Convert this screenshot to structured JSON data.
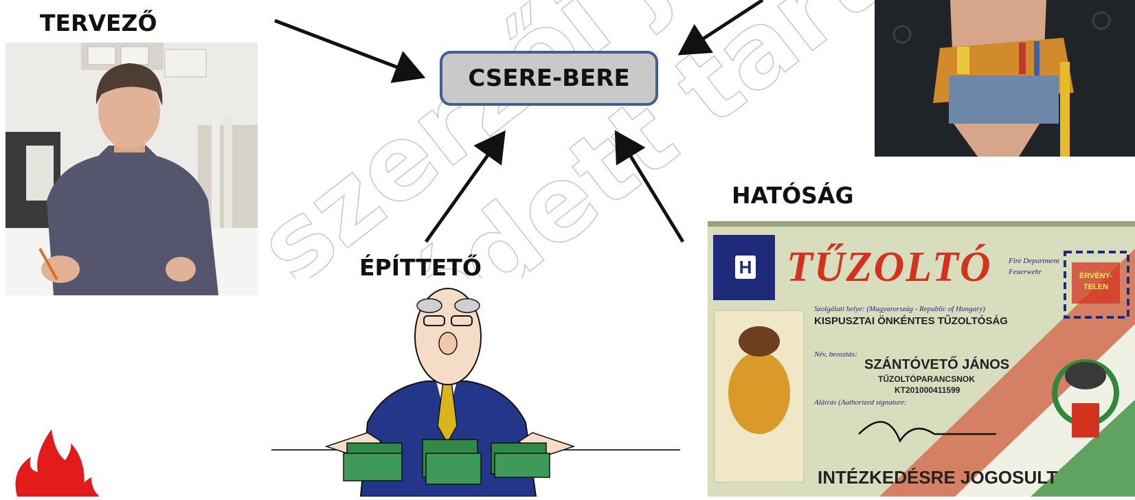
{
  "labels": {
    "designer": "TERVEZŐ",
    "center": "CSERE-BERE",
    "investor": "ÉPÍTTETŐ",
    "authority": "HATÓSÁG"
  },
  "watermark": {
    "line1": "szerzői jog által",
    "line2": "védett tartalom"
  },
  "fire_card": {
    "country_letter": "H",
    "title": "TŰZOLTÓ",
    "department": "Fire Department",
    "department2": "Feuerwehr",
    "validity": "ÉRVÉNY-TELEN",
    "service_place_label": "Szolgálati helye: (Magyarország - Republic of Hungary)",
    "unit": "KISPUSZTAI ÖNKÉNTES TŰZOLTÓSÁG",
    "name_label": "Név, beosztás:",
    "name": "SZÁNTÓVETŐ JÁNOS",
    "rank": "TŰZOLTÓPARANCSNOK",
    "id": "KT201000411599",
    "signature_label": "Aláírás (Authorized signature:",
    "footer": "INTÉZKEDÉSRE JOGOSULT"
  },
  "colors": {
    "box_fill": "#c9c9c9",
    "box_border": "#3f5f8f",
    "flag_red": "#d3331e",
    "flag_green": "#2e8a3a",
    "fire_red": "#e31b1b"
  }
}
